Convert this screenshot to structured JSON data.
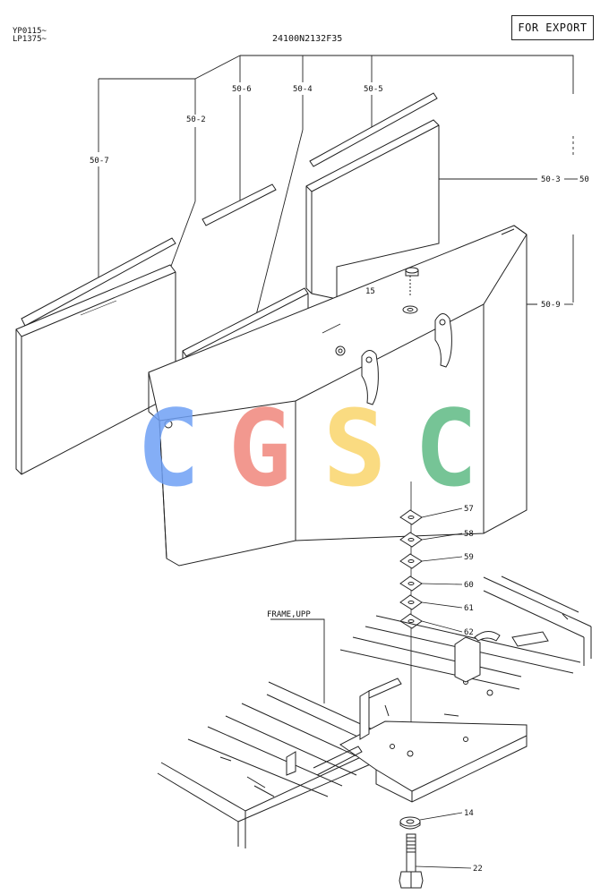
{
  "header": {
    "model_line_1": "YP0115~",
    "model_line_2": "LP1375~",
    "drawing_number": "24100N2132F35",
    "export_badge": "FOR EXPORT"
  },
  "callouts": {
    "p50": "50",
    "p50_2": "50-2",
    "p50_3": "50-3",
    "p50_4": "50-4",
    "p50_5": "50-5",
    "p50_6": "50-6",
    "p50_7": "50-7",
    "p50_9": "50-9",
    "p15": "15",
    "p57": "57",
    "p58": "58",
    "p59": "59",
    "p60": "60",
    "p61": "61",
    "p62": "62",
    "p14": "14",
    "p22": "22",
    "frame": "FRAME,UPP"
  },
  "watermark": {
    "letters": [
      "C",
      "G",
      "S",
      "C"
    ],
    "colors": [
      "#6fa0f5",
      "#f0877c",
      "#fad56c",
      "#5fba84"
    ]
  }
}
